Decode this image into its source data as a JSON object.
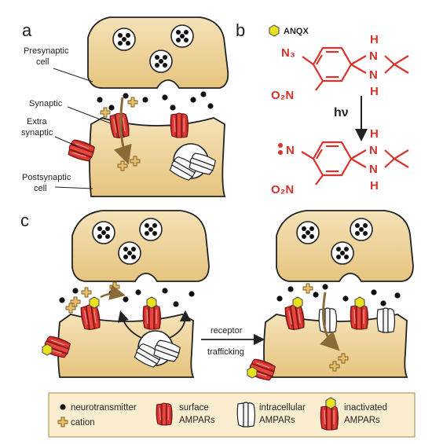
{
  "panels": {
    "a": "a",
    "b": "b",
    "c": "c"
  },
  "panel_a": {
    "presynaptic": [
      "Presynaptic",
      "cell"
    ],
    "synaptic": "Synaptic",
    "extra": [
      "Extra",
      "synaptic"
    ],
    "postsynaptic": [
      "Postsynaptic",
      "cell"
    ]
  },
  "panel_b": {
    "anqx_label": "ANQX",
    "n3": "N₃",
    "o2n": "O₂N",
    "nh": "H",
    "n": "N",
    "hv": "hν",
    "nitrene_n": "N"
  },
  "panel_c": {
    "arrow_label": [
      "receptor",
      "trafficking"
    ]
  },
  "legend": {
    "neurotransmitter": "neurotransmitter",
    "cation": "cation",
    "surface": [
      "surface",
      "AMPARs"
    ],
    "intracellular": [
      "intracellular",
      "AMPARs"
    ],
    "inactivated": [
      "inactivated",
      "AMPARs"
    ]
  },
  "colors": {
    "cell_fill": "#f0d49a",
    "cell_stroke": "#222222",
    "receptor": "#d8322c",
    "chem": "#d8322c",
    "cation": "#e8c06a",
    "anqx": "#e8e020",
    "legend_bg": "#fbeed0",
    "arrow": "#8a6a36"
  }
}
